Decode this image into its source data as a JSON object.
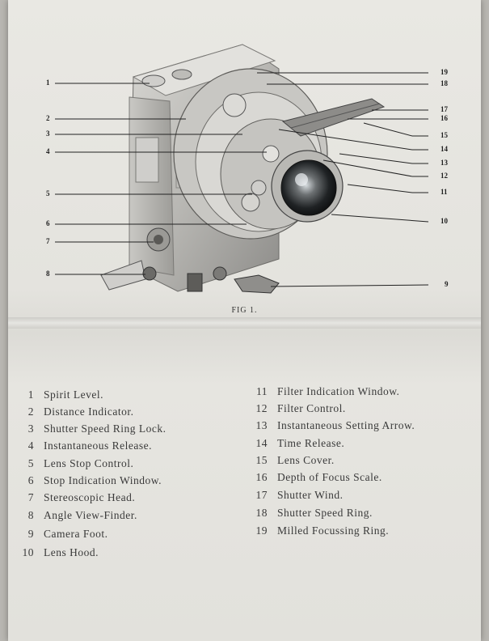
{
  "figure": {
    "caption": "FIG 1.",
    "callout_numbers": [
      "1",
      "2",
      "3",
      "4",
      "5",
      "6",
      "7",
      "8",
      "9",
      "10",
      "11",
      "12",
      "13",
      "14",
      "15",
      "16",
      "17",
      "18",
      "19"
    ]
  },
  "legend": {
    "left_column": [
      {
        "num": "1",
        "label": "Spirit Level."
      },
      {
        "num": "2",
        "label": "Distance Indicator."
      },
      {
        "num": "3",
        "label": "Shutter Speed Ring Lock."
      },
      {
        "num": "4",
        "label": "Instantaneous Release."
      },
      {
        "num": "5",
        "label": "Lens Stop Control."
      },
      {
        "num": "6",
        "label": "Stop Indication Window."
      },
      {
        "num": "7",
        "label": "Stereoscopic Head."
      },
      {
        "num": "8",
        "label": "Angle View-Finder."
      },
      {
        "num": "9",
        "label": "Camera Foot."
      },
      {
        "num": "10",
        "label": "Lens Hood."
      }
    ],
    "right_column": [
      {
        "num": "11",
        "label": "Filter Indication Window."
      },
      {
        "num": "12",
        "label": "Filter Control."
      },
      {
        "num": "13",
        "label": "Instantaneous Setting Arrow."
      },
      {
        "num": "14",
        "label": "Time Release."
      },
      {
        "num": "15",
        "label": "Lens Cover."
      },
      {
        "num": "16",
        "label": "Depth of Focus Scale."
      },
      {
        "num": "17",
        "label": "Shutter Wind."
      },
      {
        "num": "18",
        "label": "Shutter Speed Ring."
      },
      {
        "num": "19",
        "label": "Milled Focussing Ring."
      }
    ]
  },
  "colors": {
    "paper": "#e6e5e0",
    "ink": "#3a3a3a",
    "background": "#b9b7b2"
  }
}
